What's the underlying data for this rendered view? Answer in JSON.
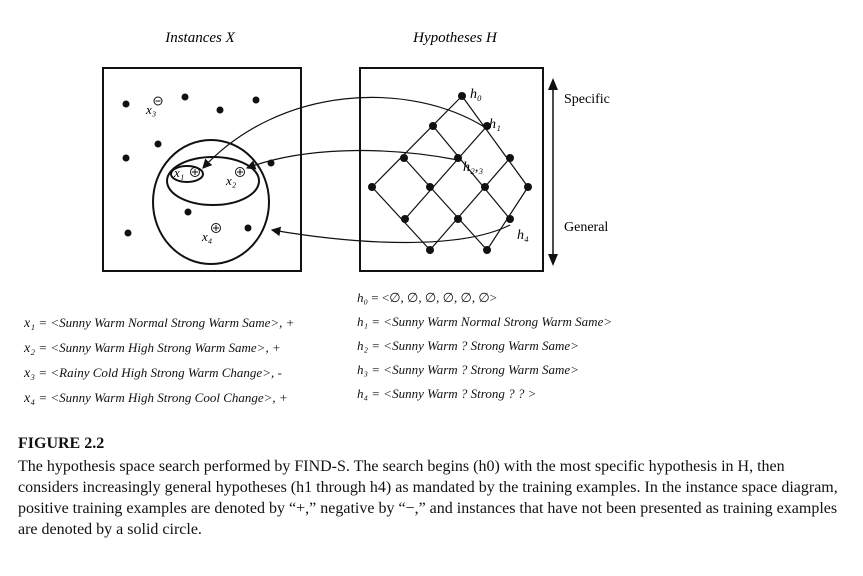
{
  "diagram": {
    "instances_title": "Instances X",
    "hypotheses_title": "Hypotheses H",
    "specific_label": "Specific",
    "general_label": "General",
    "point_labels": {
      "x1": "x₁",
      "x2": "x₂",
      "x3": "x₃",
      "x4": "x₄",
      "h0": "h₀",
      "h1": "h₁",
      "h23": "h₂,₃",
      "h4": "h₄"
    }
  },
  "examples": [
    {
      "var": "x₁",
      "text": "= <Sunny Warm Normal Strong Warm Same>, +"
    },
    {
      "var": "x₂",
      "text": "= <Sunny Warm High  Strong Warm Same>, +"
    },
    {
      "var": "x₃",
      "text": "= <Rainy Cold High Strong Warm Change>, -"
    },
    {
      "var": "x₄",
      "text": "= <Sunny Warm High Strong Cool Change>, +"
    }
  ],
  "hypotheses": [
    {
      "var": "h₀",
      "text": "= <∅, ∅, ∅, ∅, ∅, ∅>"
    },
    {
      "var": "h₁",
      "text": "= <Sunny Warm Normal Strong Warm Same>"
    },
    {
      "var": "h₂",
      "text": "= <Sunny Warm  ?  Strong Warm Same>"
    },
    {
      "var": "h₃",
      "text": "= <Sunny Warm ? Strong Warm Same>"
    },
    {
      "var": "h₄",
      "text": "= <Sunny Warm  ?  Strong  ?  ? >"
    }
  ],
  "caption": {
    "title": "FIGURE 2.2",
    "text": "The hypothesis space search performed by FIND-S. The search begins (h0) with the most specific hypothesis in H, then considers increasingly general hypotheses (h1 through h4) as mandated by the training examples. In the instance space diagram, positive training examples are denoted by “+,” negative by “−,” and instances that have not been presented as training examples are denoted by a solid circle."
  }
}
